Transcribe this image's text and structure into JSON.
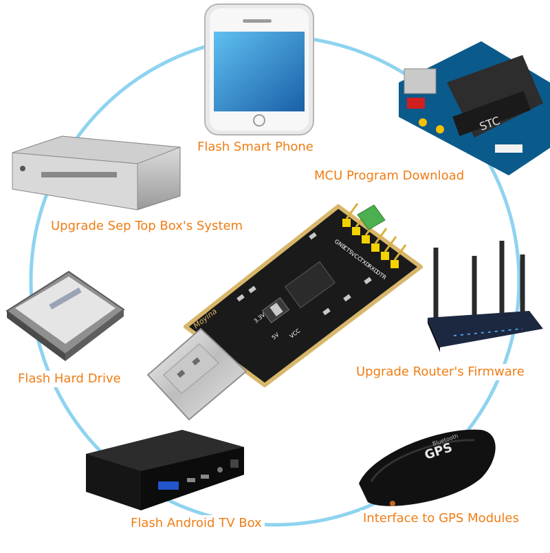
{
  "labels": {
    "phone": "Flash Smart Phone",
    "mcu": "MCU Program Download",
    "settop": "Upgrade Sep Top Box's System",
    "router": "Upgrade Router's Firmware",
    "harddrive": "Flash Hard Drive",
    "androidbox": "Flash Android TV Box",
    "gps": "Interface to GPS Modules"
  },
  "board": {
    "brand": "Moyina",
    "pins": [
      "GND",
      "CTS",
      "VCC",
      "TXD",
      "RXD",
      "DTR"
    ],
    "vcc": "VCC",
    "v33": "3.3V",
    "v5": "5V"
  },
  "devices": {
    "mcu_chip": "STC",
    "gps_text": "GPS",
    "gps_brand": "Bluetooth"
  },
  "colors": {
    "label": "#f07d15",
    "circle": "#8ed3f0",
    "pcb": "#1a1a1a",
    "pcb_edge": "#d8b66a"
  }
}
